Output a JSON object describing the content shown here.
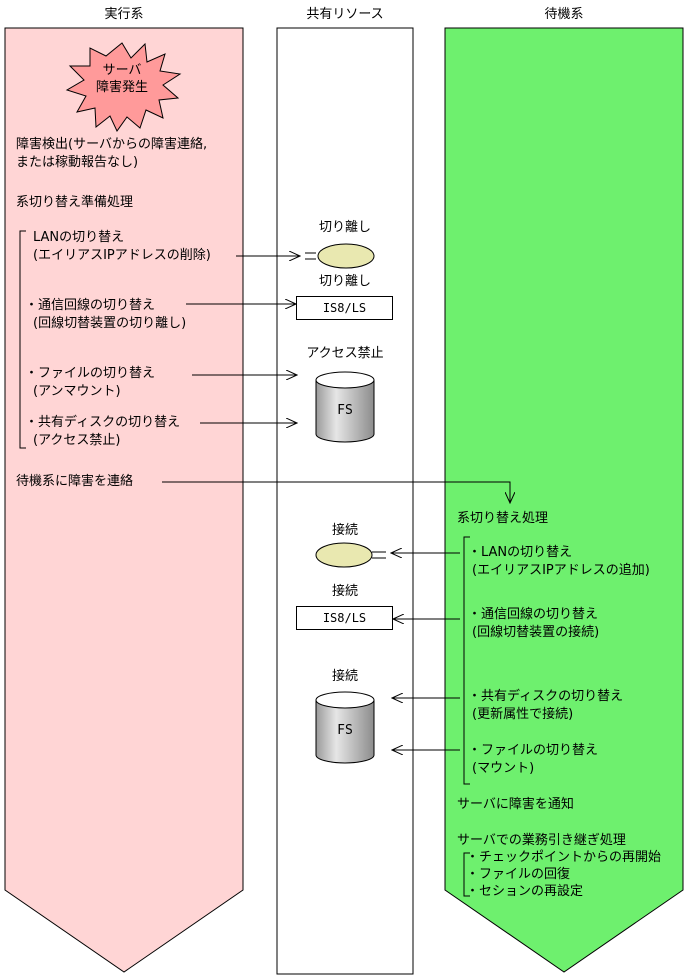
{
  "headers": {
    "active": "実行系",
    "shared": "共有リソース",
    "standby": "待機系"
  },
  "burst": {
    "line1": "サーバ",
    "line2": "障害発生"
  },
  "active": {
    "detect_line1": "障害検出(サーバからの障害連絡,",
    "detect_line2": "または稼動報告なし)",
    "prep": "系切り替え準備処理",
    "items": [
      {
        "line1": "LANの切り替え",
        "line2": "(エイリアスIPアドレスの削除)"
      },
      {
        "line1": "・通信回線の切り替え",
        "line2": "(回線切替装置の切り離し)"
      },
      {
        "line1": "・ファイルの切り替え",
        "line2": "(アンマウント)"
      },
      {
        "line1": "・共有ディスクの切り替え",
        "line2": "(アクセス禁止)"
      }
    ],
    "notify": "待機系に障害を連絡"
  },
  "shared": {
    "lan_detach": "切り離し",
    "comm_detach": "切り離し",
    "box_label": "IS8/LS",
    "access_ban": "アクセス禁止",
    "fs_label": "FS",
    "lan_connect": "接続",
    "comm_connect": "接続",
    "disk_connect": "接続"
  },
  "standby": {
    "switch": "系切り替え処理",
    "items": [
      {
        "line1": "・LANの切り替え",
        "line2": "(エイリアスIPアドレスの追加)"
      },
      {
        "line1": "・通信回線の切り替え",
        "line2": "(回線切替装置の接続)"
      },
      {
        "line1": "・共有ディスクの切り替え",
        "line2": "(更新属性で接続)"
      },
      {
        "line1": "・ファイルの切り替え",
        "line2": "(マウント)"
      }
    ],
    "server_notify": "サーバに障害を通知",
    "takeover": "サーバでの業務引き継ぎ処理",
    "sub": [
      "・チェックポイントからの再開始",
      "・ファイルの回復",
      "・セションの再設定"
    ]
  },
  "colors": {
    "active": "#ffd5d5",
    "standby": "#6ef06e",
    "burst": "#ff9a9a",
    "ellipse": "#e9e8b0",
    "cylinder": "#c8c8c8"
  }
}
